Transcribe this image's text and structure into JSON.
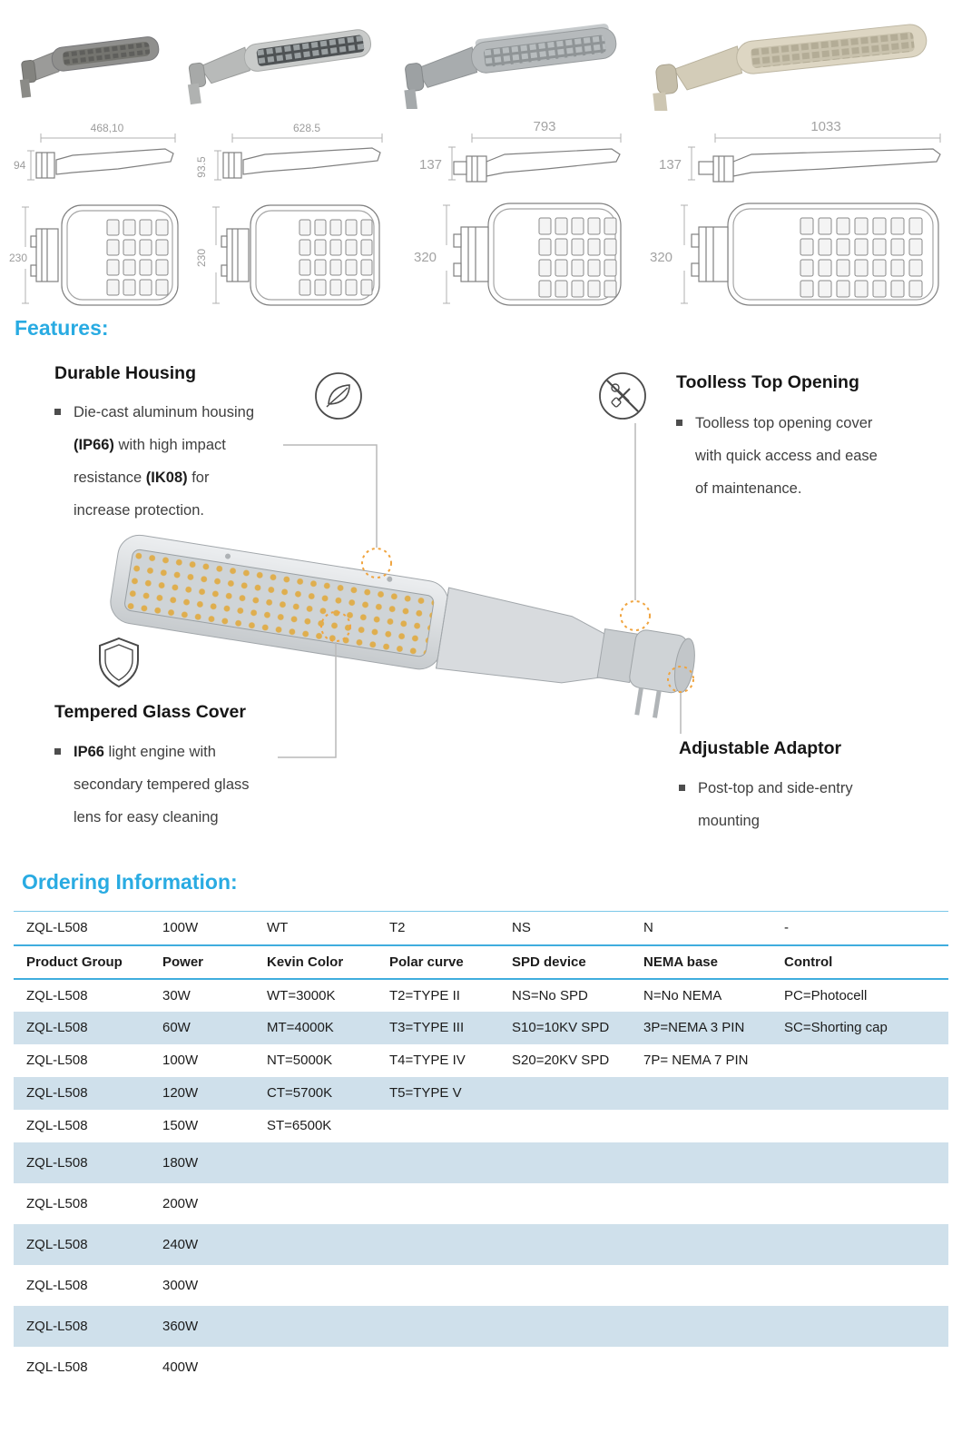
{
  "colors": {
    "accent": "#29abe2",
    "table_stripe": "#cfe0eb",
    "callout_orange": "#f0a43f"
  },
  "drawings": [
    {
      "length": "468,10",
      "height": "94",
      "width": "230"
    },
    {
      "length": "628.5",
      "height": "93.5",
      "width": "230"
    },
    {
      "length": "793",
      "height": "137",
      "width": "320"
    },
    {
      "length": "1033",
      "height": "137",
      "width": "320"
    }
  ],
  "features": {
    "heading": "Features:",
    "durable": {
      "title": "Durable Housing",
      "l1": "Die-cast aluminum housing",
      "l2b": "(IP66)",
      "l2r": " with high impact",
      "l3a": "resistance ",
      "l3b": "(IK08)",
      "l3c": " for",
      "l4": "increase protection."
    },
    "toolless": {
      "title": "Toolless Top Opening",
      "l1": "Toolless top opening cover",
      "l2": "with quick access and ease",
      "l3": "of maintenance."
    },
    "tempered": {
      "title": "Tempered Glass Cover",
      "l1b": "IP66",
      "l1r": " light engine with",
      "l2": "secondary tempered glass",
      "l3": "lens for easy cleaning"
    },
    "adaptor": {
      "title": "Adjustable Adaptor",
      "l1": "Post-top and side-entry",
      "l2": "mounting"
    }
  },
  "ordering": {
    "heading": "Ordering Information:",
    "example": [
      "ZQL-L508",
      "100W",
      "WT",
      "T2",
      "NS",
      "N",
      "-"
    ],
    "headers": [
      "Product Group",
      "Power",
      "Kevin Color",
      "Polar curve",
      "SPD device",
      "NEMA base",
      "Control"
    ],
    "rows": [
      [
        "ZQL-L508",
        "30W",
        "WT=3000K",
        "T2=TYPE II",
        "NS=No SPD",
        "N=No NEMA",
        "PC=Photocell"
      ],
      [
        "ZQL-L508",
        "60W",
        "MT=4000K",
        "T3=TYPE III",
        "S10=10KV SPD",
        "3P=NEMA 3 PIN",
        "SC=Shorting cap"
      ],
      [
        "ZQL-L508",
        "100W",
        "NT=5000K",
        "T4=TYPE IV",
        "S20=20KV SPD",
        "7P= NEMA 7 PIN",
        ""
      ],
      [
        "ZQL-L508",
        "120W",
        "CT=5700K",
        "T5=TYPE V",
        "",
        "",
        ""
      ],
      [
        "ZQL-L508",
        "150W",
        "ST=6500K",
        "",
        "",
        "",
        ""
      ],
      [
        "ZQL-L508",
        "180W",
        "",
        "",
        "",
        "",
        ""
      ],
      [
        "ZQL-L508",
        "200W",
        "",
        "",
        "",
        "",
        ""
      ],
      [
        "ZQL-L508",
        "240W",
        "",
        "",
        "",
        "",
        ""
      ],
      [
        "ZQL-L508",
        "300W",
        "",
        "",
        "",
        "",
        ""
      ],
      [
        "ZQL-L508",
        "360W",
        "",
        "",
        "",
        "",
        ""
      ],
      [
        "ZQL-L508",
        "400W",
        "",
        "",
        "",
        "",
        ""
      ]
    ]
  }
}
